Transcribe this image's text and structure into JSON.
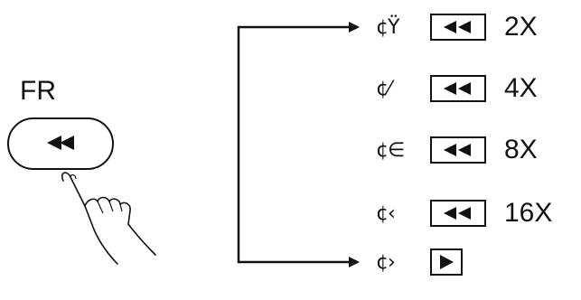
{
  "remote_button": {
    "label": "FR",
    "icon": "fast-rewind-icon"
  },
  "speed_rows": [
    {
      "prefix": "¢Ÿ",
      "icon": "fast-rewind-icon",
      "speed": "2X"
    },
    {
      "prefix": "¢⁄",
      "icon": "fast-rewind-icon",
      "speed": "4X"
    },
    {
      "prefix": "¢∈",
      "icon": "fast-rewind-icon",
      "speed": "8X"
    },
    {
      "prefix": "¢‹",
      "icon": "fast-rewind-icon",
      "speed": "16X"
    },
    {
      "prefix": "¢›",
      "icon": "play-icon",
      "speed": ""
    }
  ]
}
